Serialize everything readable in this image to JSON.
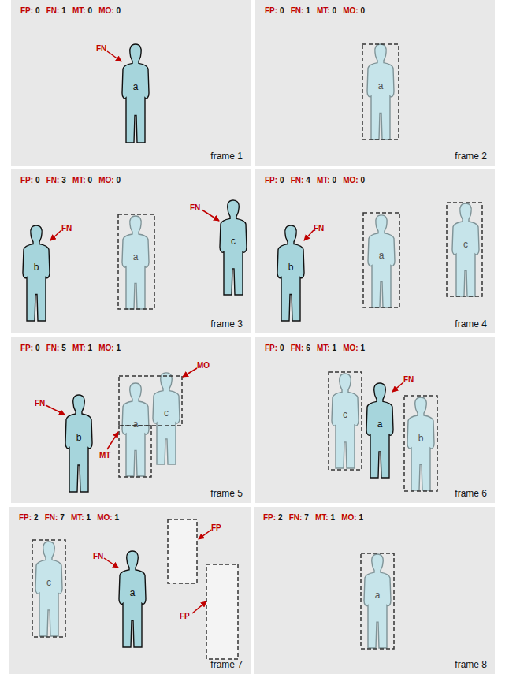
{
  "diagram": {
    "nodes": [
      {
        "text": [
          "frame 1"
        ]
      },
      {
        "text": [
          "a"
        ],
        "in": 0
      },
      {
        "text": [
          "frame 2"
        ]
      },
      {
        "text": [
          "a"
        ],
        "in": 2
      },
      {
        "text": [
          "frame 3"
        ]
      },
      {
        "text": [
          "b"
        ],
        "in": 4
      },
      {
        "text": [
          "a"
        ],
        "in": 4
      },
      {
        "text": [
          "c"
        ],
        "in": 4
      },
      {
        "text": [
          "frame 4"
        ]
      },
      {
        "text": [
          "b"
        ],
        "in": 8
      },
      {
        "text": [
          "a"
        ],
        "in": 8
      },
      {
        "text": [
          "c"
        ],
        "in": 8
      },
      {
        "text": [
          "frame 5"
        ]
      },
      {
        "text": [
          "b"
        ],
        "in": 12
      },
      {
        "text": [
          "a"
        ],
        "in": 12
      },
      {
        "text": [
          "c"
        ],
        "in": 12
      },
      {
        "text": [
          "frame 6"
        ]
      },
      {
        "text": [
          "c"
        ],
        "in": 16
      },
      {
        "text": [
          "a"
        ],
        "in": 16
      },
      {
        "text": [
          "b"
        ],
        "in": 16
      },
      {
        "text": [
          "frame 7"
        ]
      },
      {
        "text": [
          "c"
        ],
        "in": 20
      },
      {
        "text": [
          "a"
        ],
        "in": 20
      },
      {
        "text": [
          "frame 8"
        ]
      },
      {
        "text": [
          "a"
        ],
        "in": 23
      }
    ],
    "labels": [
      "FP:",
      "0",
      "FN:",
      "1",
      "MT:",
      "0",
      "MO:",
      "0",
      "FN",
      "FP:",
      "0",
      "FN:",
      "1",
      "MT:",
      "0",
      "MO:",
      "0",
      "FP:",
      "0",
      "FN:",
      "3",
      "MT:",
      "0",
      "MO:",
      "0",
      "FN",
      "FN",
      "FP:",
      "0",
      "FN:",
      "4",
      "MT:",
      "0",
      "MO:",
      "0",
      "FN",
      "FP:",
      "0",
      "FN:",
      "5",
      "MT:",
      "1",
      "MO:",
      "1",
      "FN",
      "MO",
      "MT",
      "FP:",
      "0",
      "FN:",
      "6",
      "MT:",
      "1",
      "MO:",
      "1",
      "FN",
      "FP:",
      "2",
      "FN:",
      "7",
      "MT:",
      "1",
      "MO:",
      "1",
      "FP",
      "FN",
      "FP",
      "FP:",
      "2",
      "FN:",
      "7",
      "MT:",
      "1",
      "MO:",
      "1"
    ]
  }
}
